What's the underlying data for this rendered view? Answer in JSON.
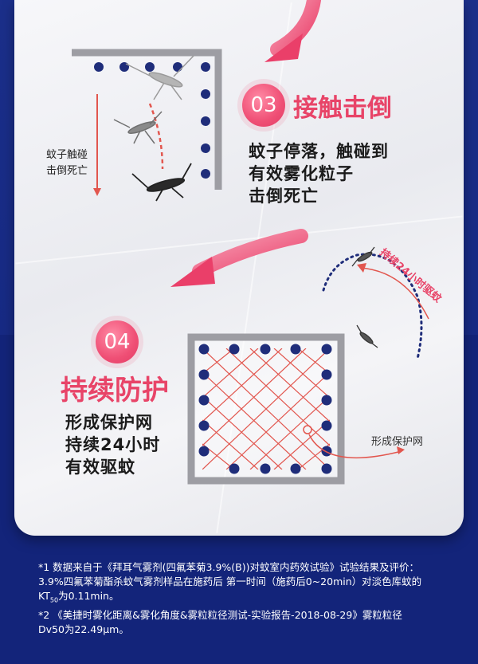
{
  "step3": {
    "number": "03",
    "title": "接触击倒",
    "lines": [
      "蚊子停落，触碰到",
      "有效雾化粒子",
      "击倒死亡"
    ],
    "side_label_lines": [
      "蚊子触碰",
      "击倒死亡"
    ]
  },
  "step4": {
    "number": "04",
    "title": "持续防护",
    "lines": [
      "形成保护网",
      "持续24小时",
      "有效驱蚊"
    ],
    "arc_label": "持续24小时驱蚊",
    "net_label": "形成保护网"
  },
  "footnotes": {
    "note1_line1": "*1  数据来自于《拜耳气雾剂(四氟苯菊3.9%(B))对蚊室内药效试验》试验结果及评价：",
    "note1_line2": "3.9%四氟苯菊酯杀蚊气雾剂样品在施药后 第一时间（施药后0~20min）对淡色库蚊的",
    "note1_line3_main": "KT",
    "note1_line3_sub": "50",
    "note1_line3_rest": "为0.11min。",
    "note2_line1": "*2 《美捷时雾化距离&雾化角度&雾粒粒径测试-实验报告-2018-08-29》雾粒粒径",
    "note2_line2": "Dv50为22.49μm。"
  },
  "colors": {
    "accent": "#e84468",
    "navy": "#13247a",
    "dot": "#1f2d7a",
    "frame": "#9d9da3",
    "net": "#e2564e"
  }
}
